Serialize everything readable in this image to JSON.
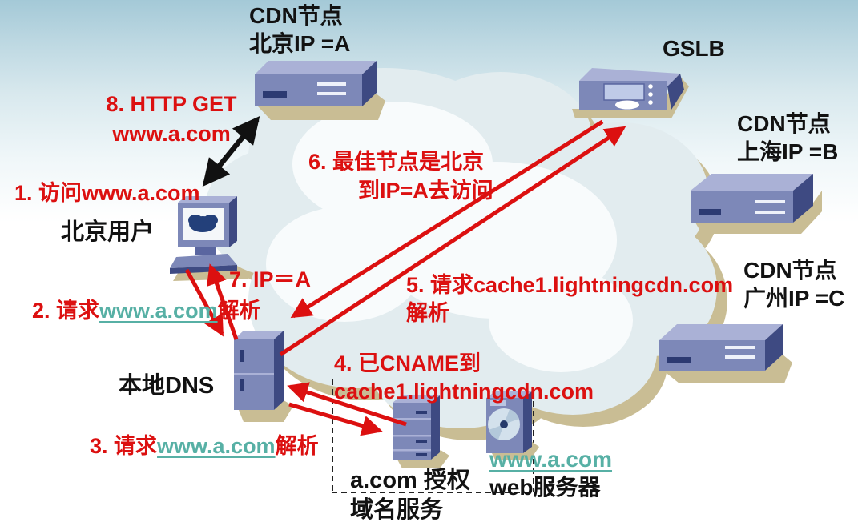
{
  "colors": {
    "red": "#dc1010",
    "teal_link": "#57b0a5",
    "ink": "#121212",
    "server_front": "#7d88b8",
    "server_top": "#aab1d6",
    "server_side": "#3e4a82",
    "shadow_tan": "#c9bd94",
    "cloud": "#e2ecef"
  },
  "nodes": {
    "cdn_beijing": {
      "line1": "CDN节点",
      "line2": "北京IP =A"
    },
    "gslb": {
      "label": "GSLB"
    },
    "cdn_shanghai": {
      "line1": "CDN节点",
      "line2": "上海IP =B"
    },
    "cdn_guangzhou": {
      "line1": "CDN节点",
      "line2": "广州IP =C"
    },
    "user": {
      "label": "北京用户"
    },
    "local_dns": {
      "label": "本地DNS"
    },
    "auth_dns": {
      "line1": "a.com 授权",
      "line2": "域名服务"
    },
    "web_server": {
      "domain": "www.a.com",
      "label": "web服务器"
    }
  },
  "steps": {
    "s1": {
      "text": "1. 访问www.a.com"
    },
    "s2": {
      "prefix": "2. 请求",
      "link": "www.a.com",
      "suffix": "解析"
    },
    "s3": {
      "prefix": "3. 请求",
      "link": "www.a.com",
      "suffix": "解析"
    },
    "s4": {
      "line1": "4. 已CNAME到",
      "line2": "cache1.lightningcdn.com"
    },
    "s5": {
      "line1": "5. 请求cache1.lightningcdn.com",
      "line2": "解析"
    },
    "s6": {
      "line1": "6. 最佳节点是北京",
      "line2": "到IP=A去访问"
    },
    "s7": {
      "text": "7. IP＝A"
    },
    "s8": {
      "line1": "8. HTTP GET",
      "line2": "www.a.com"
    }
  }
}
